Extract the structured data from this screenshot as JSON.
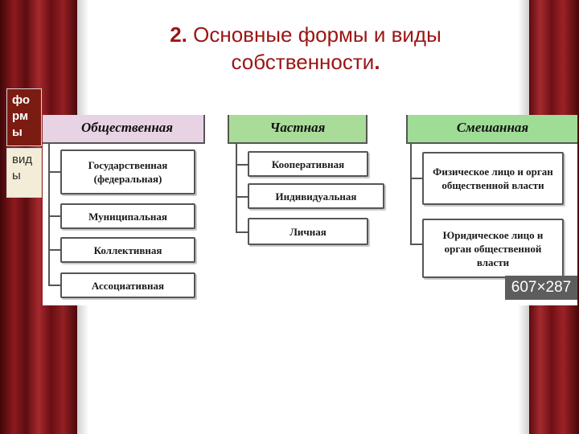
{
  "title": {
    "number": "2.",
    "text": "Основные формы и виды собственности",
    "period": "."
  },
  "legend": {
    "forms": "формы",
    "types": "виды"
  },
  "diagram": {
    "categories": {
      "public": {
        "label": "Общественная",
        "items": [
          "Государственная (федеральная)",
          "Муниципальная",
          "Коллективная",
          "Ассоциативная"
        ]
      },
      "private": {
        "label": "Частная",
        "items": [
          "Кооперативная",
          "Индивидуальная",
          "Личная"
        ]
      },
      "mixed": {
        "label": "Смешанная",
        "items": [
          "Физическое лицо и орган общественной власти",
          "Юридическое лицо и орган общественной власти"
        ]
      }
    },
    "colors": {
      "public_header": "#e7d3e4",
      "private_header": "#a9dc98",
      "mixed_header": "#9fdc96",
      "title": "#9b1515",
      "forms_box": "#7b1c12",
      "types_box": "#f3edd8"
    }
  },
  "image_badge": "607×287"
}
